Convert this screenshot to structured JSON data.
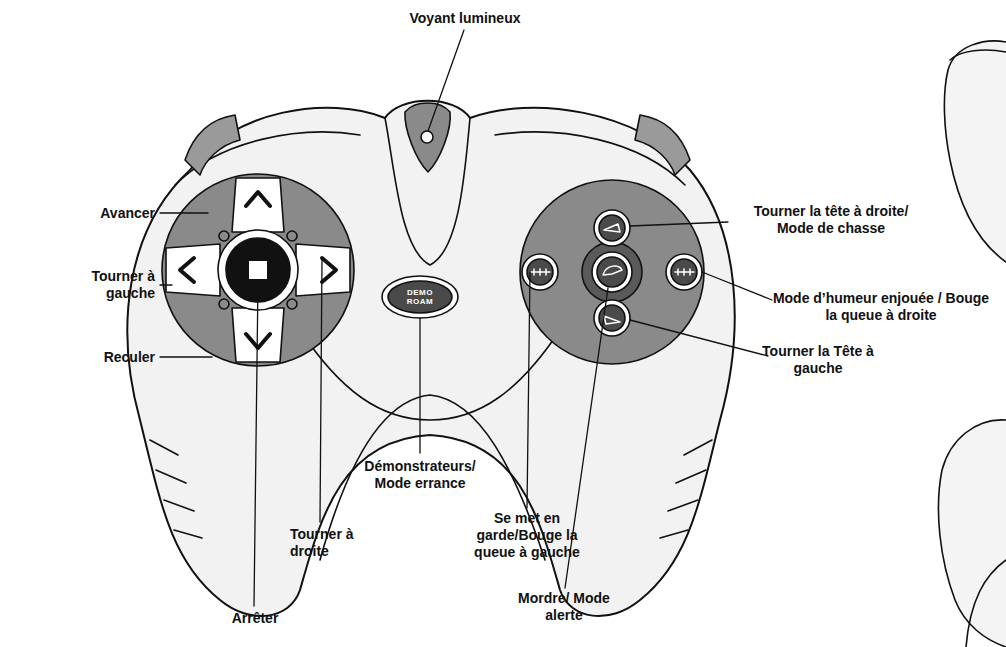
{
  "diagram": {
    "labels": [
      "Voyant lumineux",
      "Avancer",
      "Tourner à gauche",
      "Reculer",
      "Tourner à droite",
      "Arrêter",
      "DEMO ROAM",
      "Démonstrateurs/ Mode errance",
      "Se met en garde/Bouge la queue à gauche",
      "Mordre/ Mode alerte",
      "Tourner la tête à droite/ Mode de chasse",
      "Mode d’humeur enjouée / Bouge la queue à droite",
      "Tourner la Tête à gauche"
    ]
  }
}
